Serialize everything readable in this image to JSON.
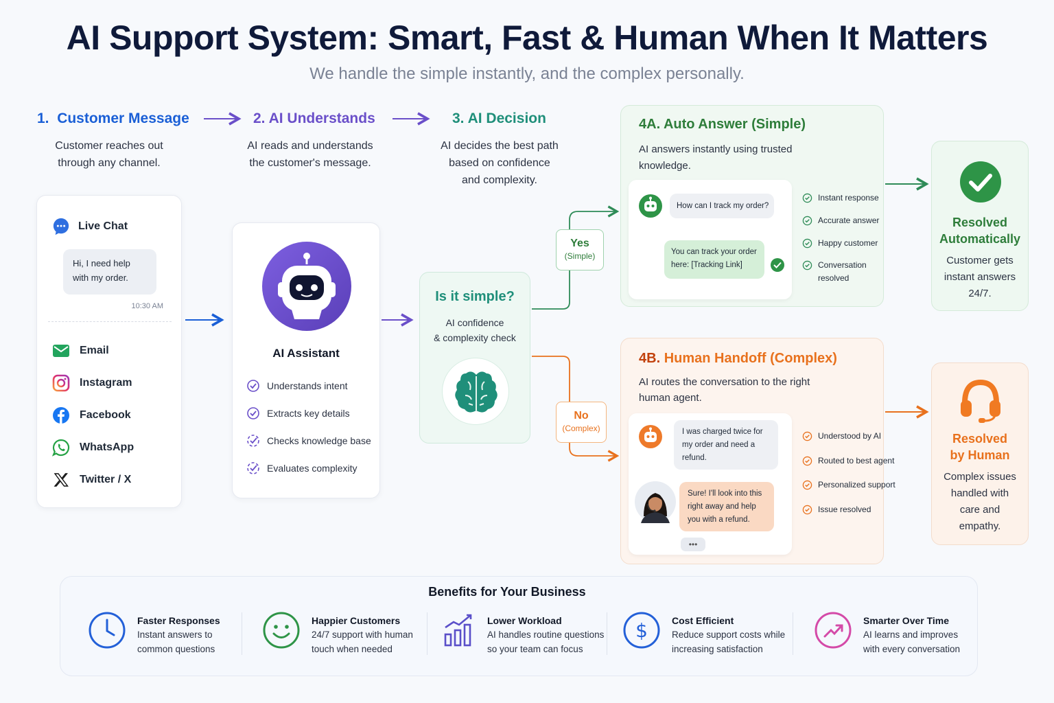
{
  "title": "AI Support System: Smart, Fast & Human When It Matters",
  "subtitle": "We handle the simple instantly, and the complex personally.",
  "colors": {
    "blue": "#1a5fd6",
    "purple": "#6a4fc9",
    "green": "#2e8b57",
    "green_title": "#2e7d3a",
    "orange": "#e8711d",
    "teal": "#1f8f7a"
  },
  "steps": [
    {
      "number": "1.",
      "title": "Customer Message",
      "desc1": "Customer reaches out",
      "desc2": "through any channel."
    },
    {
      "number": "2.",
      "title": "AI Understands",
      "desc1": "AI reads and understands",
      "desc2": "the customer's message."
    },
    {
      "number": "3.",
      "title": "AI Decision",
      "desc1": "AI decides the best path",
      "desc2": "based on confidence",
      "desc3": "and complexity."
    }
  ],
  "channels": {
    "live_chat": "Live Chat",
    "message_line1": "Hi, I need help",
    "message_line2": "with my order.",
    "time": "10:30 AM",
    "items": [
      {
        "label": "Email",
        "icon": "email-icon"
      },
      {
        "label": "Instagram",
        "icon": "instagram-icon"
      },
      {
        "label": "Facebook",
        "icon": "facebook-icon"
      },
      {
        "label": "WhatsApp",
        "icon": "whatsapp-icon"
      },
      {
        "label": "Twitter / X",
        "icon": "x-icon"
      }
    ]
  },
  "assistant": {
    "name": "AI Assistant",
    "checks": [
      "Understands intent",
      "Extracts key details",
      "Checks knowledge base",
      "Evaluates complexity"
    ]
  },
  "decision": {
    "question": "Is it simple?",
    "line1": "AI confidence",
    "line2": "& complexity check",
    "yes": "Yes",
    "yes_sub": "(Simple)",
    "no": "No",
    "no_sub": "(Complex)"
  },
  "auto": {
    "prefix": "4A.",
    "title": "Auto Answer (Simple)",
    "desc1": "AI answers instantly using trusted",
    "desc2": "knowledge.",
    "user_msg": "How can I track my order?",
    "reply1": "You can track your order",
    "reply2": "here: [Tracking Link]",
    "checks": [
      "Instant response",
      "Accurate answer",
      "Happy customer"
    ],
    "check4_line1": "Conversation",
    "check4_line2": "resolved"
  },
  "human": {
    "prefix": "4B.",
    "title": "Human Handoff (Complex)",
    "desc1": "AI routes the conversation to the right",
    "desc2": "human agent.",
    "user_msg1": "I was charged twice for",
    "user_msg2": "my order and need a",
    "user_msg3": "refund.",
    "agent_msg1": "Sure! I'll look into this",
    "agent_msg2": "right away and help",
    "agent_msg3": "you with a refund.",
    "typing": "•••",
    "checks": [
      "Understood by AI",
      "Routed to best agent",
      "Personalized support",
      "Issue resolved"
    ]
  },
  "resolved_auto": {
    "title1": "Resolved",
    "title2": "Automatically",
    "desc1": "Customer gets",
    "desc2": "instant answers",
    "desc3": "24/7."
  },
  "resolved_human": {
    "title1": "Resolved",
    "title2": "by Human",
    "desc1": "Complex issues",
    "desc2": "handled with",
    "desc3": "care and",
    "desc4": "empathy."
  },
  "benefits": {
    "heading": "Benefits for Your Business",
    "items": [
      {
        "title": "Faster Responses",
        "line1": "Instant answers to",
        "line2": "common questions",
        "icon": "clock-icon"
      },
      {
        "title": "Happier Customers",
        "line1": "24/7 support with human",
        "line2": "touch when needed",
        "icon": "smile-icon"
      },
      {
        "title": "Lower Workload",
        "line1": "AI handles routine questions",
        "line2": "so your team can focus",
        "icon": "bar-chart-icon"
      },
      {
        "title": "Cost Efficient",
        "line1": "Reduce support costs while",
        "line2": "increasing satisfaction",
        "icon": "dollar-icon"
      },
      {
        "title": "Smarter Over Time",
        "line1": "AI learns and improves",
        "line2": "with every conversation",
        "icon": "trend-up-icon"
      }
    ]
  }
}
